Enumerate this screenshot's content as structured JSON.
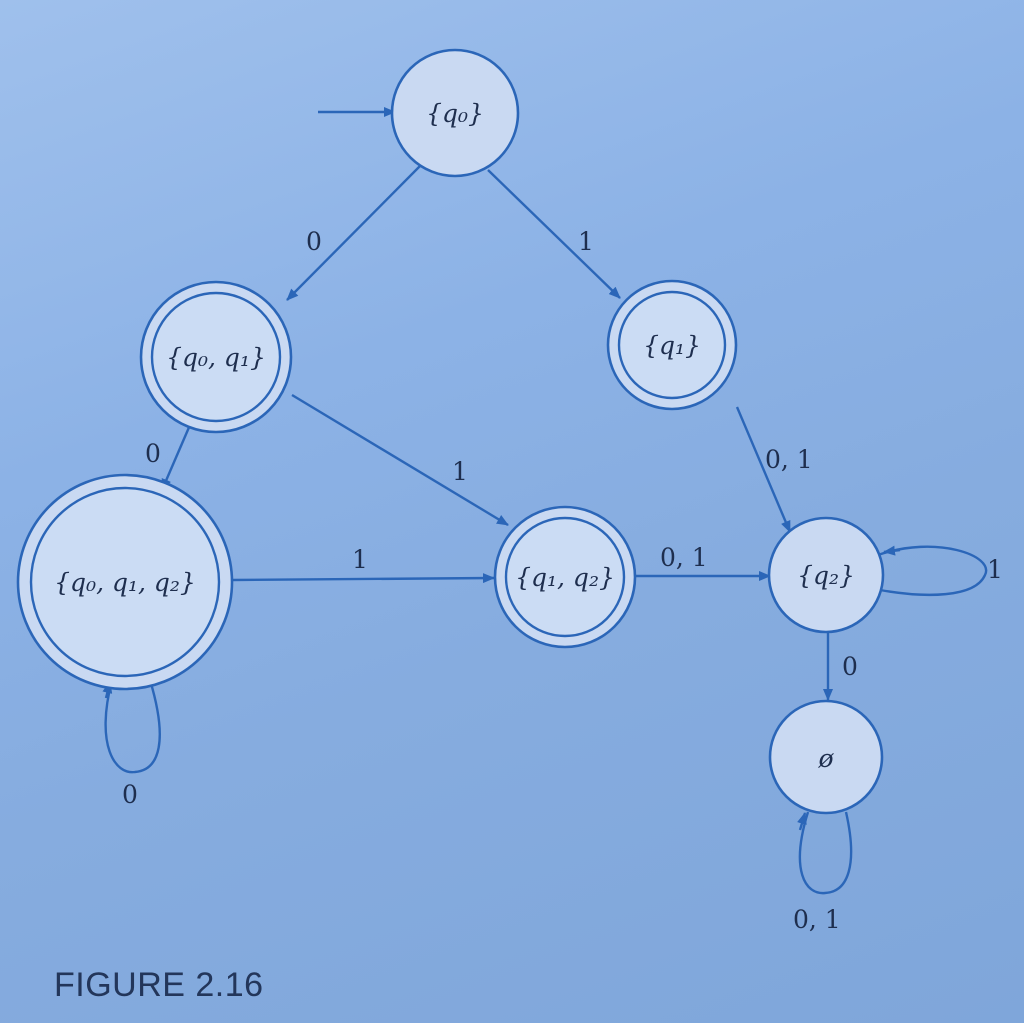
{
  "states": [
    {
      "id": "q0",
      "label": "{q₀}",
      "accepting": false,
      "start": true
    },
    {
      "id": "q0q1",
      "label": "{q₀, q₁}",
      "accepting": true,
      "start": false
    },
    {
      "id": "q1",
      "label": "{q₁}",
      "accepting": true,
      "start": false
    },
    {
      "id": "q0q1q2",
      "label": "{q₀, q₁, q₂}",
      "accepting": true,
      "start": false
    },
    {
      "id": "q1q2",
      "label": "{q₁, q₂}",
      "accepting": true,
      "start": false
    },
    {
      "id": "q2",
      "label": "{q₂}",
      "accepting": false,
      "start": false
    },
    {
      "id": "empty",
      "label": "ø",
      "accepting": false,
      "start": false
    }
  ],
  "transitions": [
    {
      "from": "q0",
      "to": "q0q1",
      "label": "0"
    },
    {
      "from": "q0",
      "to": "q1",
      "label": "1"
    },
    {
      "from": "q0q1",
      "to": "q0q1q2",
      "label": "0"
    },
    {
      "from": "q0q1",
      "to": "q1q2",
      "label": "1"
    },
    {
      "from": "q1",
      "to": "q2",
      "label": "0, 1"
    },
    {
      "from": "q0q1q2",
      "to": "q1q2",
      "label": "1"
    },
    {
      "from": "q0q1q2",
      "to": "q0q1q2",
      "label": "0"
    },
    {
      "from": "q1q2",
      "to": "q2",
      "label": "0, 1"
    },
    {
      "from": "q2",
      "to": "q2",
      "label": "1"
    },
    {
      "from": "q2",
      "to": "empty",
      "label": "0"
    },
    {
      "from": "empty",
      "to": "empty",
      "label": "0, 1"
    }
  ],
  "caption": "FIGURE 2.16",
  "colors": {
    "ink": "#2b66b8",
    "state_fill": "#c9d9f2",
    "page": "#8fb1e0"
  }
}
